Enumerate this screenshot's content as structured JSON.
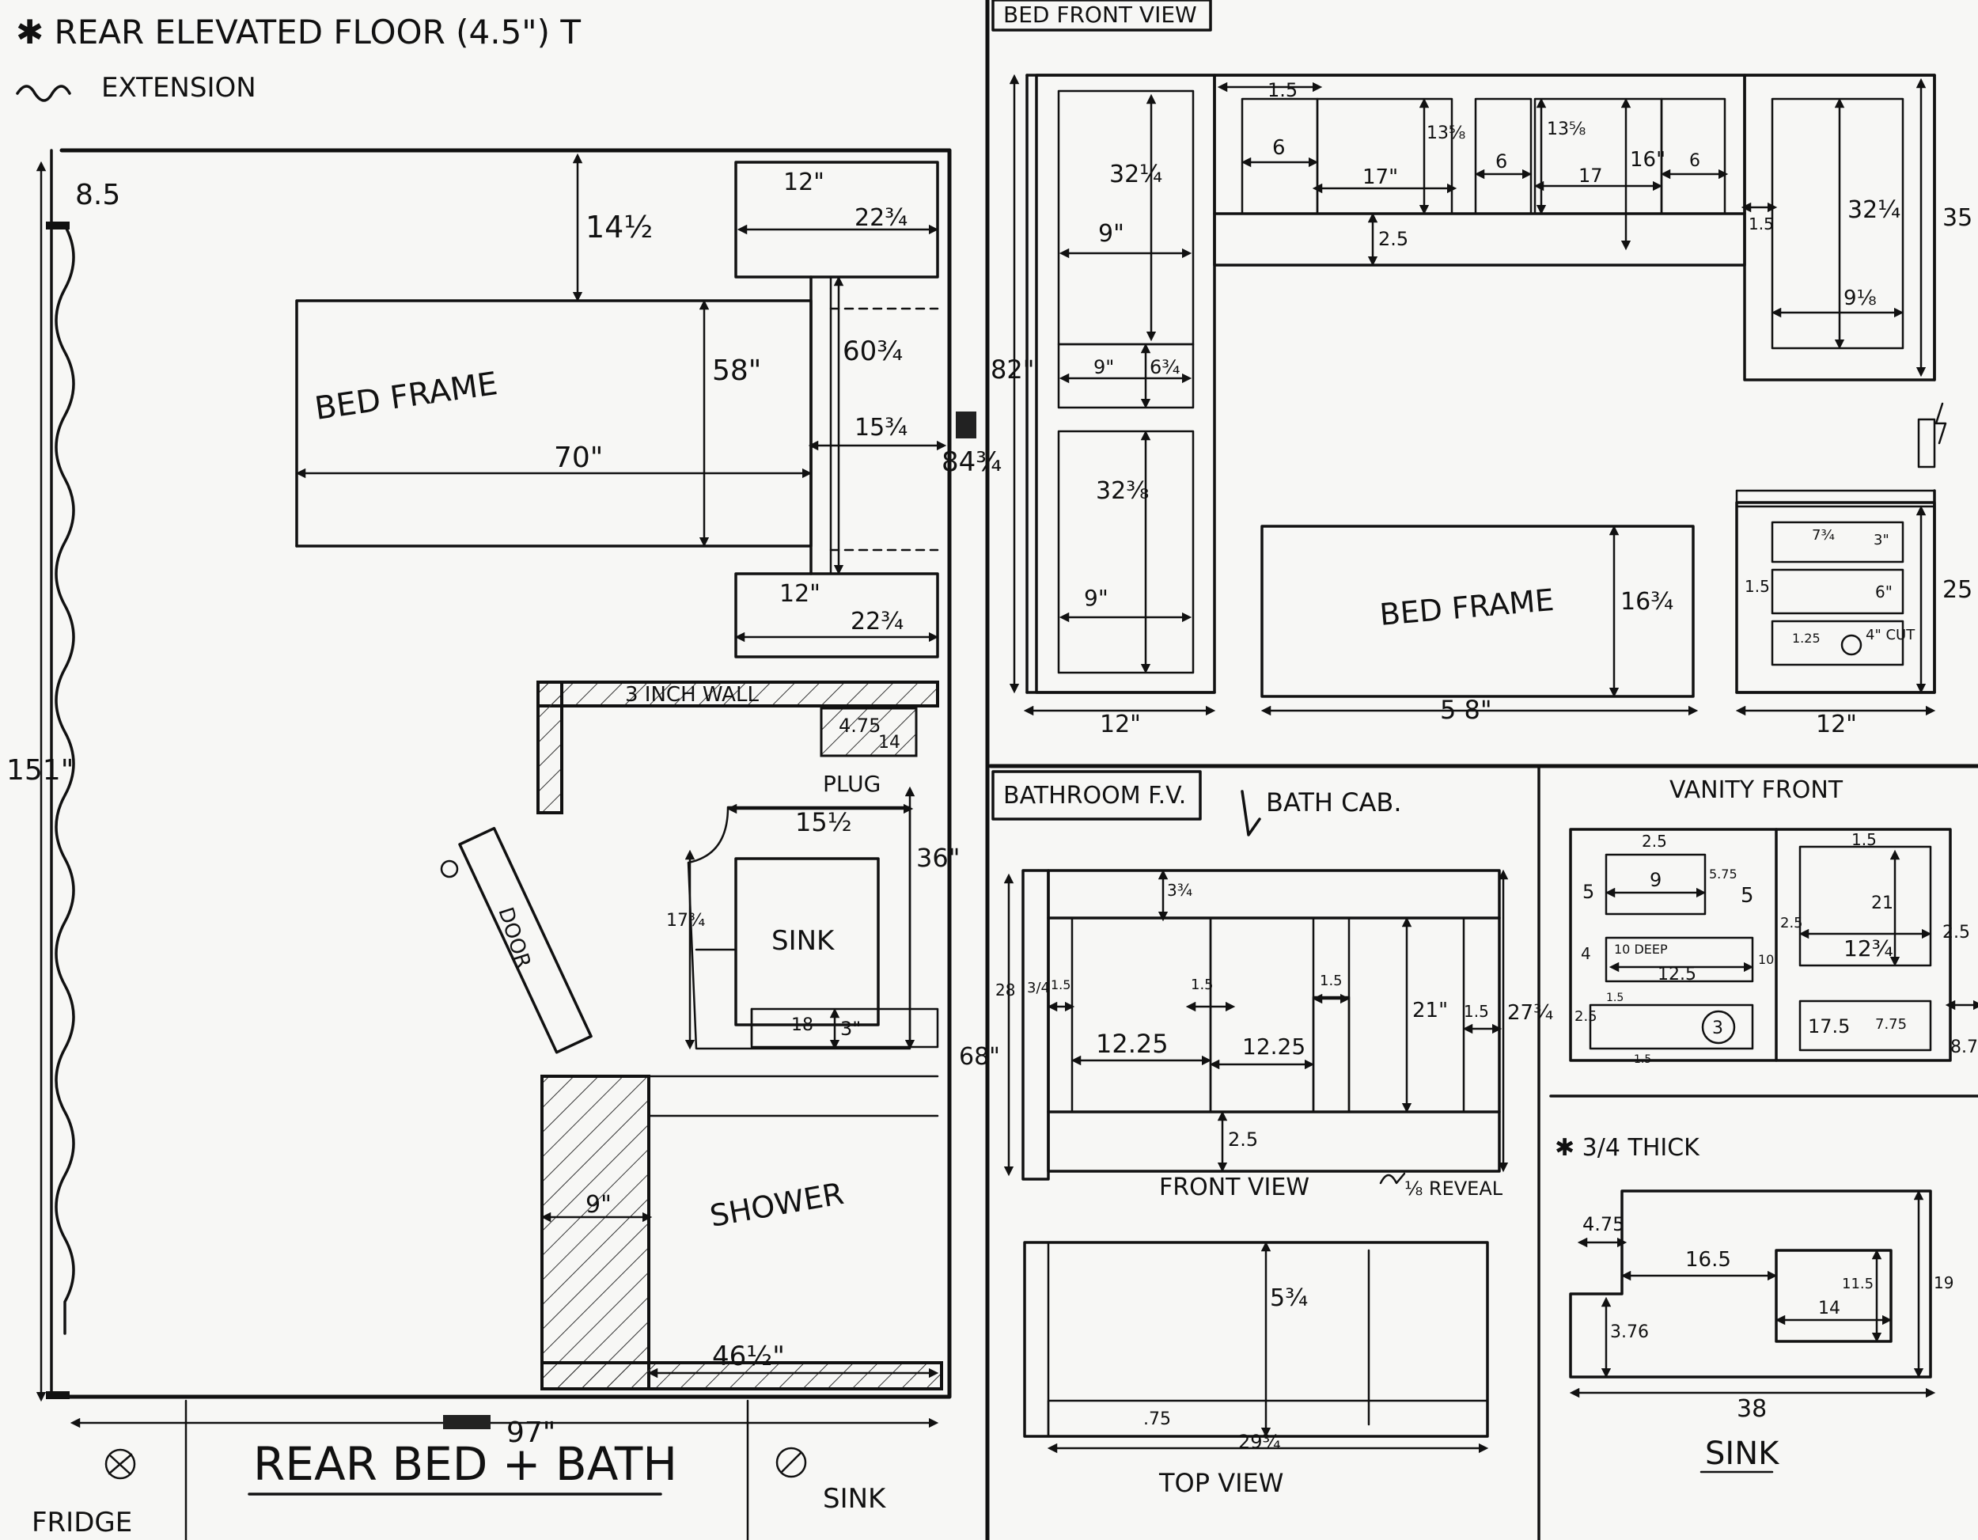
{
  "notes": {
    "rear_floor": "✱ REAR ELEVATED FLOOR (4.5\") T",
    "extension": "EXTENSION",
    "thick": "✱ 3/4 THICK"
  },
  "plan": {
    "title": "REAR BED + BATH",
    "bed_frame": "BED FRAME",
    "shower": "SHOWER",
    "sink": "SINK",
    "door": "DOOR",
    "wall": "3 INCH WALL",
    "plug": "PLUG",
    "fridge": "FRIDGE",
    "sink_marker": "SINK",
    "dims": {
      "d8_5": "8.5",
      "d14_5": "14½",
      "d12a": "12\"",
      "d22_75a": "22¾",
      "d58": "58\"",
      "d60_75": "60¾",
      "d70": "70\"",
      "d15_75": "15¾",
      "d84_75": "84¾",
      "d12b": "12\"",
      "d22_75b": "22¾",
      "d151": "151\"",
      "d4_75": "4.75",
      "d14": "14",
      "d15_5": "15½",
      "d36": "36\"",
      "d17_75": "17¾",
      "d18": "18",
      "d3": "3\"",
      "d9": "9\"",
      "d46_5": "46½\"",
      "d97": "97\""
    }
  },
  "bed_front": {
    "title": "BED FRONT VIEW",
    "bed_frame": "BED FRAME",
    "dims": {
      "d1_5a": "1.5",
      "d32_25": "32¼",
      "d9a": "9\"",
      "d6a": "6",
      "d17a": "17\"",
      "d13_5": "13⅝",
      "d6b": "6",
      "d13_5b": "13⅝",
      "d17b": "17",
      "d16": "16\"",
      "d6c": "6",
      "d1_5b": "1.5",
      "d32_25b": "32¼",
      "d35": "35",
      "d2_5": "2.5",
      "d9_5": "9⅛",
      "d82": "82\"",
      "d9b": "9\"",
      "d6_75": "6¾",
      "d32_5": "32⅜",
      "d9c": "9\"",
      "d16_75": "16¾",
      "d7_75": "7¾",
      "d3in": "3\"",
      "d1_5c": "1.5",
      "d6in": "6\"",
      "d1_25": "1.25",
      "d4cut": "4\" CUT",
      "d25": "25",
      "d12a": "12\"",
      "d58": "5 8\"",
      "d12b": "12\""
    }
  },
  "bath_fv": {
    "title": "BATHROOM F.V.",
    "bathcab": "BATH CAB.",
    "front_view": "FRONT VIEW",
    "reveal": "⅛ REVEAL",
    "top_view": "TOP VIEW",
    "dims": {
      "d3_75": "3¾",
      "d68": "68\"",
      "d28": "28",
      "d3_4": "3/4",
      "d1_5a": "1.5",
      "d1_5b": "1.5",
      "d1_5c": "1.5",
      "d12_25a": "12.25",
      "d12_25b": "12.25",
      "d21": "21\"",
      "d1_5d": "1.5",
      "d27_75": "27¾",
      "d2_5": "2.5",
      "d5_75": "5¾",
      "d_75": ".75",
      "d29_75": "29¾"
    }
  },
  "vanity": {
    "title": "VANITY FRONT",
    "dims": {
      "d2_5a": "2.5",
      "d9": "9",
      "d5_75": "5.75",
      "d5a": "5",
      "d5b": "5",
      "d1_5a": "1.5",
      "d21": "21",
      "d4": "4",
      "d10deep": "10 DEEP",
      "d12_5": "12.5",
      "d10": "10",
      "d2_5b": "2.5",
      "d12_75": "12¾",
      "d2_5c": "2.5",
      "d2_5d": "2.5",
      "d1_5b": "1.5",
      "d1_5c": "1.5",
      "d3": "3",
      "d17_5": "17.5",
      "d7_75": "7.75",
      "d8_7": "8.7"
    }
  },
  "sink_top": {
    "title": "SINK",
    "dims": {
      "d4_75": "4.75",
      "d16_5": "16.5",
      "d11_5": "11.5",
      "d14": "14",
      "d19": "19",
      "d3_76": "3.76",
      "d38": "38"
    }
  }
}
